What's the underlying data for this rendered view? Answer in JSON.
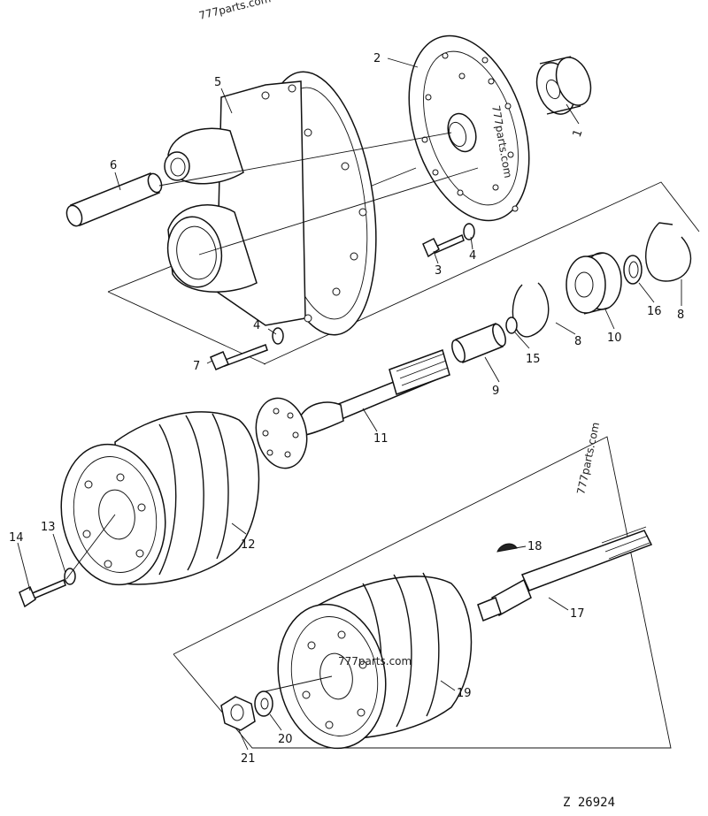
{
  "watermarks": [
    "777parts.com",
    "777parts.com",
    "777parts.com",
    "777parts.com"
  ],
  "drawing_code": "Z 26924",
  "callouts": [
    "1",
    "2",
    "3",
    "4",
    "4",
    "5",
    "6",
    "7",
    "8",
    "8",
    "9",
    "10",
    "11",
    "12",
    "13",
    "14",
    "15",
    "16",
    "17",
    "18",
    "19",
    "20",
    "21"
  ]
}
